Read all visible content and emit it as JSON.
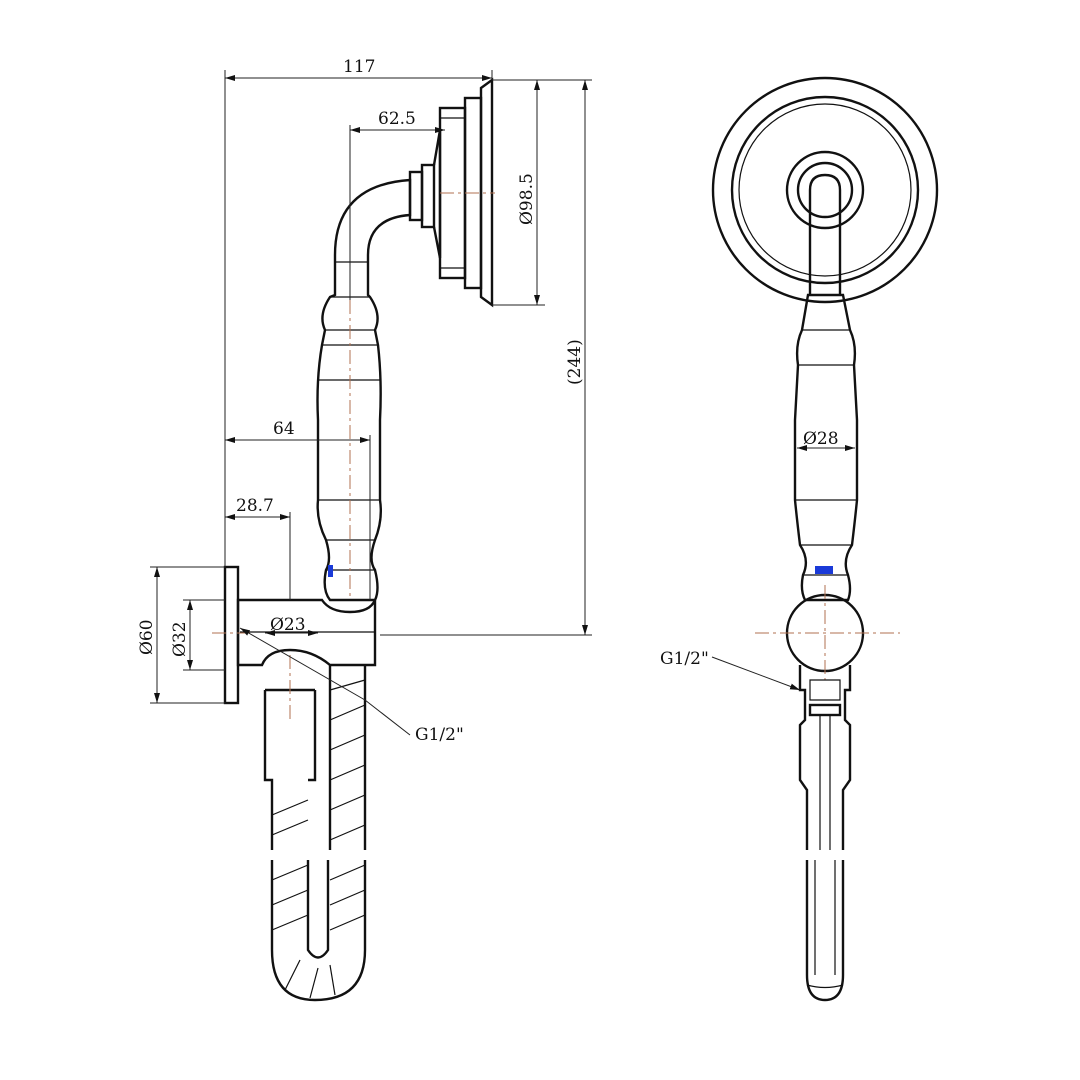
{
  "side_view": {
    "dim_overall_width": "117",
    "dim_head_offset": "62.5",
    "dim_head_diameter": "Ø98.5",
    "dim_overall_height": "(244)",
    "dim_handle_offset": "64",
    "dim_outlet_offset": "28.7",
    "dim_plate_diameter": "Ø60",
    "dim_plate_inner_diameter": "Ø32",
    "dim_outlet_diameter": "Ø23",
    "thread_label": "G1/2\""
  },
  "front_view": {
    "dim_handle_diameter": "Ø28",
    "thread_label": "G1/2\""
  },
  "colors": {
    "line": "#111111",
    "centerline": "#b07050",
    "marker": "#1a3ad8"
  }
}
